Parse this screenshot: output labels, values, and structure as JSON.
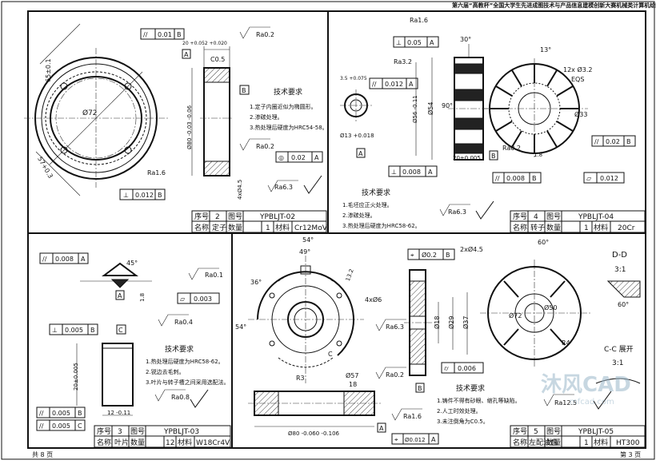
{
  "header": "第六届“高教杯”全国大学生先进成图技术与产品信息建模创新大赛机械类计算机绘图试卷",
  "footer": {
    "left": "共 8 页",
    "right": "第 3 页"
  },
  "watermark": {
    "brand": "沐风CAD",
    "url": "mfcad.com"
  },
  "panel1": {
    "fcf_top": {
      "sym": "//",
      "val": "0.01",
      "datum": "B"
    },
    "dim_width_tol": "20 +0.052 +0.020",
    "ra_top": "Ra0.2",
    "chamfer": "C0.5",
    "datum_a": "A",
    "datum_b": "B",
    "dia_outer": "Ø80 -0.03 -0.06",
    "dia_72": "Ø72",
    "dim_65": "65±0.1",
    "dim_57": "57+0.3",
    "dim_4x45": "4xØ4.5",
    "ra_mid": "Ra0.2",
    "fcf_mid": {
      "sym": "◎",
      "val": "0.02",
      "datum": "A"
    },
    "ra_16": "Ra1.6",
    "fcf_bottom": {
      "sym": "⊥",
      "val": "0.012",
      "datum": "B"
    },
    "ra_63": "Ra6.3",
    "tech_title": "技术要求",
    "tech": [
      "1.定子内圈近似为椭圆形。",
      "2.渗碳处理。",
      "3.热处理后硬度为HRC54-58。"
    ],
    "tb": {
      "l1": "序号",
      "v1": "2",
      "l2": "图号",
      "v2": "YPBLJT-02",
      "l3": "名称",
      "v3": "定子",
      "l4": "数量",
      "v4": "1",
      "l5": "材料",
      "v5": "Cr12MoV"
    }
  },
  "panel2": {
    "ra_16": "Ra1.6",
    "fcf_top": {
      "sym": "⊥",
      "val": "0.05",
      "datum": "A"
    },
    "ra_32": "Ra3.2",
    "dim_35": "3.5 +0.075",
    "fcf_par": {
      "sym": "//",
      "val": "0.012",
      "datum": "A"
    },
    "dim_30": "30°",
    "dim_13": "13°",
    "dim_12x": "12x Ø3.2",
    "eqs": "EQS",
    "dim_54": "Ø54",
    "dim_56": "Ø56 -0.11",
    "dim_90": "90°",
    "dim_33": "Ø33",
    "dim_13d": "Ø13 +0.018",
    "dim_20": "20±0.005",
    "dim_18": "1.8",
    "datum_a": "A",
    "datum_b": "B",
    "ra_02": "Ra0.2",
    "fcf_r": {
      "sym": "//",
      "val": "0.02",
      "datum": "B"
    },
    "fcf_perp": {
      "sym": "⊥",
      "val": "0.008",
      "datum": "A"
    },
    "fcf_perp2": {
      "sym": "//",
      "val": "0.008",
      "datum": "B"
    },
    "fcf_flat": {
      "sym": "▱",
      "val": "0.012"
    },
    "ra_63": "Ra6.3",
    "tech_title": "技术要求",
    "tech": [
      "1.毛坯应正火处理。",
      "2.渗碳处理。",
      "3.热处理后硬度为HRC58-62。"
    ],
    "tb": {
      "l1": "序号",
      "v1": "4",
      "l2": "图号",
      "v2": "YPBLJT-04",
      "l3": "名称",
      "v3": "转子",
      "l4": "数量",
      "v4": "1",
      "l5": "材料",
      "v5": "20Cr"
    }
  },
  "panel3": {
    "fcf_par": {
      "sym": "//",
      "val": "0.008",
      "datum": "A"
    },
    "dim_45": "45°",
    "ra_01": "Ra0.1",
    "fcf_flat": {
      "sym": "▱",
      "val": "0.003"
    },
    "datum_a": "A",
    "datum_c": "C",
    "dim_18": "1.8",
    "fcf_perp": {
      "sym": "⊥",
      "val": "0.005",
      "datum": "B"
    },
    "ra_04": "Ra0.4",
    "tech_title": "技术要求",
    "tech": [
      "1.热处理后硬度为HRC58-62。",
      "2.锐边去毛刺。",
      "3.叶片与转子槽之间采用选配法。"
    ],
    "dim_20": "20±0.005",
    "dim_12": "12 -0.11",
    "fcf_b1": {
      "sym": "//",
      "val": "0.005",
      "datum": "B"
    },
    "fcf_b2": {
      "sym": "//",
      "val": "0.005",
      "datum": "C"
    },
    "ra_08": "Ra0.8",
    "tb": {
      "l1": "序号",
      "v1": "3",
      "l2": "图号",
      "v2": "YPBLJT-03",
      "l3": "名称",
      "v3": "叶片",
      "l4": "数量",
      "v4": "12",
      "l5": "材料",
      "v5": "W18Cr4V"
    }
  },
  "panel4": {
    "dim_54t": "54°",
    "dim_49": "49°",
    "dim_36": "36°",
    "dim_54l": "54°",
    "dim_132": "13.2",
    "dim_4x6": "4xØ6",
    "dim_57": "Ø57",
    "r3": "R3",
    "c_lbl": "C",
    "fcf_pos": {
      "sym": "⌖",
      "val": "Ø0.2",
      "datum": "B"
    },
    "dim_2x45": "2xØ4.5",
    "ra_63": "Ra6.3",
    "dim_18": "Ø18",
    "dim_29": "Ø29",
    "dim_37": "Ø37",
    "fcf_cyl": {
      "sym": "⌭",
      "val": "0.006"
    },
    "ra_02": "Ra0.2",
    "dim_18b": "18",
    "ra_16": "Ra1.6",
    "dim_80": "Ø80 -0.060 -0.106",
    "fcf_pos2": {
      "sym": "⌖",
      "val": "Ø0.012",
      "datum": "A"
    },
    "datum_a": "A",
    "datum_b": "B",
    "tech_title": "技术要求",
    "tech": [
      "1.铸件不得有砂眼、缩孔等缺陷。",
      "2.人工时效处理。",
      "3.未注倒角为C0.5。"
    ],
    "dim_60": "60°",
    "dd": "D-D",
    "dd_scale": "3:1",
    "dim_60b": "60°",
    "dim_72": "Ø72",
    "dim_50": "Ø50",
    "r4": "R4",
    "cc": "C-C 展开",
    "cc_scale": "3:1",
    "ra_125": "Ra12.5",
    "tb": {
      "l1": "序号",
      "v1": "5",
      "l2": "图号",
      "v2": "YPBLJT-05",
      "l3": "名称",
      "v3": "左配油盘",
      "l4": "数量",
      "v4": "1",
      "l5": "材料",
      "v5": "HT300"
    }
  }
}
